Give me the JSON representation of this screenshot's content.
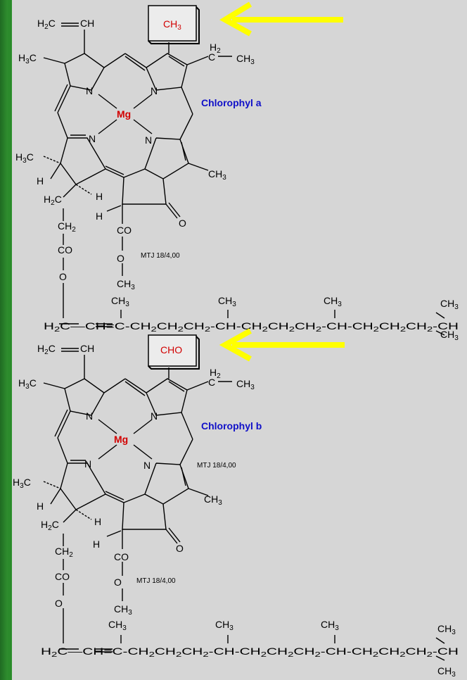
{
  "colors": {
    "background_green": "#2e8c2e",
    "panel_gray": "#d6d6d6",
    "highlight_red": "#d20000",
    "label_blue": "#1010c8",
    "arrow_yellow": "#ffff00"
  },
  "molecules": [
    {
      "name": "Chlorophyl a",
      "highlight_group": "CH3",
      "magnesium": "Mg",
      "notes": [
        "MTJ 18/4,00"
      ]
    },
    {
      "name": "Chlorophyl b",
      "highlight_group": "CHO",
      "magnesium": "Mg",
      "notes": [
        "MTJ 18/4,00",
        "MTJ 18/4,00"
      ]
    }
  ],
  "atom_labels": {
    "vinyl": "H2C=CH",
    "methyl": "H3C",
    "ethyl": "H2C-CH3",
    "nitrogen": "N",
    "hydrogen": "H",
    "carbonyl_o": "O",
    "ester": "CO",
    "methoxy": "CH3",
    "chain_ch2": "CH2",
    "methyl_r": "CH3"
  },
  "icons": [
    "arrow-right-to-left-icon"
  ]
}
